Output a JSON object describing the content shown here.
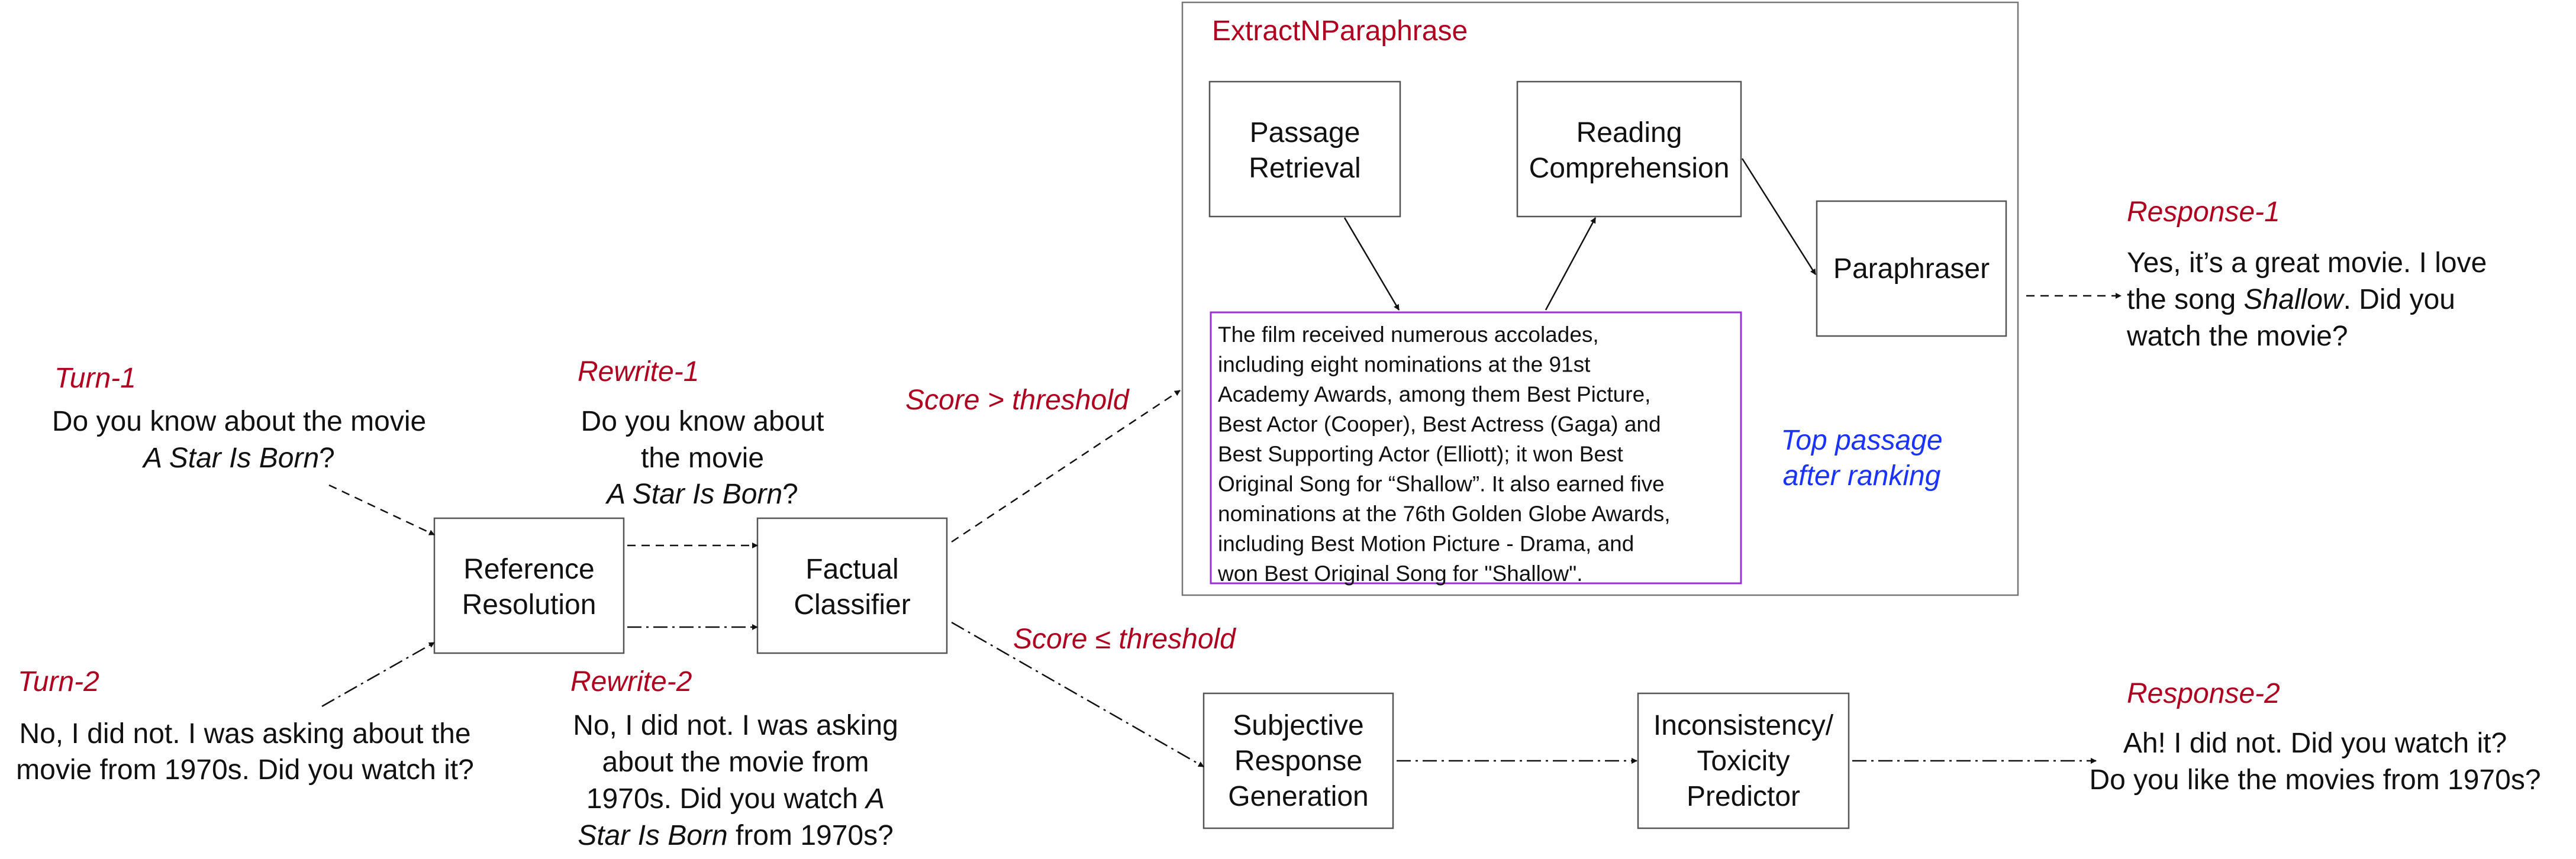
{
  "colors": {
    "annotation_red": "#b00020",
    "annotation_blue": "#1a33ff",
    "passage_border": "#9b30d9",
    "box_border": "#555555",
    "text": "#111111"
  },
  "inputs": {
    "turn1": {
      "label": "Turn-1",
      "line1": "Do you know about the movie",
      "line2_title": "A Star Is Born",
      "line2_end": "?"
    },
    "turn2": {
      "label": "Turn-2",
      "line1": "No, I did not. I was asking about the",
      "line2": "movie from 1970s. Did you watch it?"
    }
  },
  "rewrites": {
    "rewrite1": {
      "label": "Rewrite-1",
      "line1": "Do you know about",
      "line2": "the movie",
      "line3_title": "A Star Is Born",
      "line3_end": "?"
    },
    "rewrite2": {
      "label": "Rewrite-2",
      "line1": "No, I did not. I was asking",
      "line2": "about the movie from",
      "line3_start": "1970s. Did you watch ",
      "line3_title": "A",
      "line4_title": "Star Is Born",
      "line4_end": " from 1970s?"
    }
  },
  "boxes": {
    "reference_resolution": [
      "Reference",
      "Resolution"
    ],
    "factual_classifier": [
      "Factual",
      "Classifier"
    ],
    "passage_retrieval": [
      "Passage",
      "Retrieval"
    ],
    "reading_comprehension": [
      "Reading",
      "Comprehension"
    ],
    "paraphraser": [
      "Paraphraser"
    ],
    "subjective_response_generation": [
      "Subjective",
      "Response",
      "Generation"
    ],
    "inconsistency_toxicity_predictor": [
      "Inconsistency/",
      "Toxicity",
      "Predictor"
    ]
  },
  "module": {
    "title": "ExtractNParaphrase"
  },
  "passage": {
    "lines": [
      "The film received numerous accolades,",
      "including eight nominations at the 91st",
      "Academy Awards, among them Best Picture,",
      "Best Actor (Cooper), Best Actress (Gaga) and",
      "Best Supporting Actor (Elliott); it won Best",
      "Original Song for “Shallow”. It also earned five",
      "nominations at the 76th Golden Globe Awards,",
      "including Best Motion Picture - Drama, and",
      "won Best Original Song for \"Shallow\"."
    ]
  },
  "annotations": {
    "top_passage": [
      "Top passage",
      "after ranking"
    ],
    "score_gt": "Score > threshold",
    "score_le": "Score ≤ threshold"
  },
  "responses": {
    "response1": {
      "label": "Response-1",
      "line1": "Yes, it’s a great movie. I love",
      "line2_start": "the song ",
      "line2_title": "Shallow",
      "line2_end": ". Did you",
      "line3": "watch the movie?"
    },
    "response2": {
      "label": "Response-2",
      "line1": "Ah! I did not. Did you watch it?",
      "line2": "Do you like the movies from 1970s?"
    }
  }
}
